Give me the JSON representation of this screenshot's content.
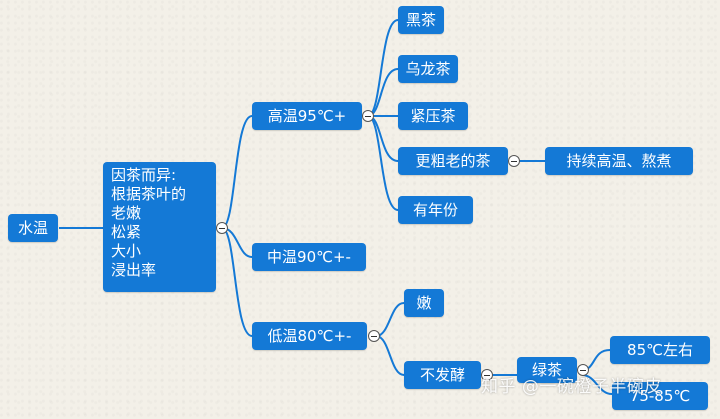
{
  "diagram": {
    "root": {
      "label": "水温"
    },
    "factor": {
      "label": "因茶而异:\n根据茶叶的\n老嫩\n松紧\n大小\n浸出率"
    },
    "high": {
      "label": "高温95℃+",
      "children": {
        "dark_tea": "黑茶",
        "oolong": "乌龙茶",
        "compressed": "紧压茶",
        "coarse": "更粗老的茶",
        "aged": "有年份"
      },
      "coarse_child": "持续高温、熬煮"
    },
    "mid": {
      "label": "中温90℃+-"
    },
    "low": {
      "label": "低温80℃+-",
      "children": {
        "tender": "嫩",
        "unfermented": "不发酵"
      },
      "green": "绿茶",
      "green_children": {
        "t85": "85℃左右",
        "t75": "75-85℃"
      }
    }
  },
  "watermark": "知乎 @一碗橙子半碗皮",
  "colors": {
    "node": "#1479d6",
    "link": "#1479d6",
    "background": "#f3f0e8"
  }
}
